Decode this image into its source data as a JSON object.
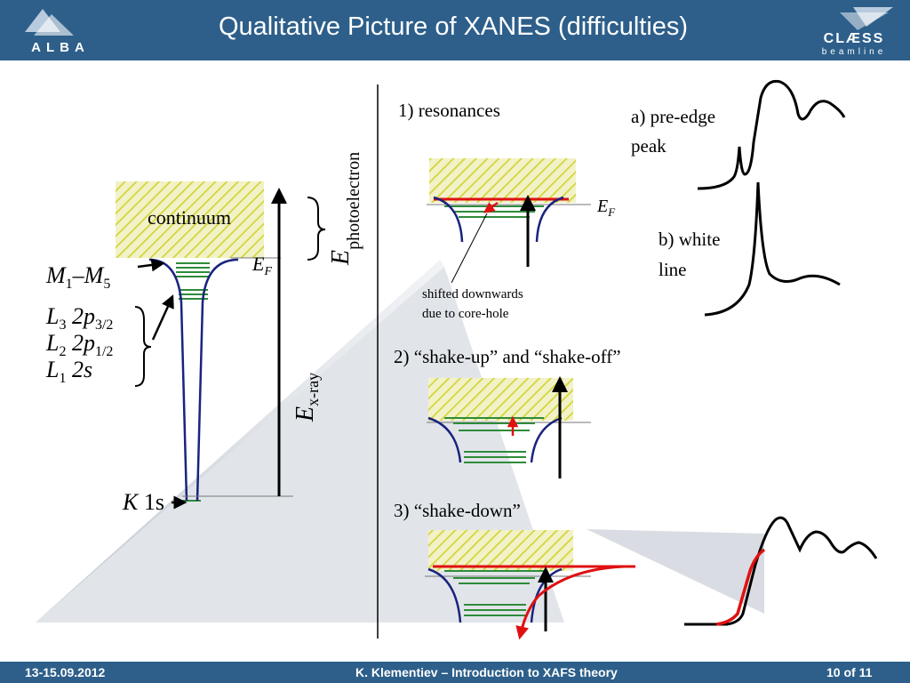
{
  "header": {
    "title": "Qualitative Picture of XANES (difficulties)",
    "logo_left_text": "ALBA",
    "logo_right_text": "CLÆSS",
    "logo_right_subtext": "beamline",
    "bg_color": "#2d5f8a"
  },
  "footer": {
    "date": "13-15.09.2012",
    "author_talk": "K. Klementiev – Introduction to XAFS theory",
    "page": "10 of 11"
  },
  "left_diagram": {
    "continuum_label": "continuum",
    "ef_label": "E",
    "ef_sub": "F",
    "m_label_a": "M",
    "m_sub_a": "1",
    "m_dash": "–M",
    "m_sub_b": "5",
    "l3_main": "L",
    "l3_sub": "3",
    "l3_orb": " 2p",
    "l3_orb_sub": "3/2",
    "l2_main": "L",
    "l2_sub": "2",
    "l2_orb": " 2p",
    "l2_orb_sub": "1/2",
    "l1_main": "L",
    "l1_sub": "1",
    "l1_orb": " 2s",
    "k_label": "K",
    "k_orb": " 1s",
    "e_photo": "E",
    "e_photo_sub": "photoelectron",
    "e_xray": "E",
    "e_xray_sub": "x-ray"
  },
  "right_panel": {
    "resonances": "1) resonances",
    "pre_edge_line1": "a) pre-edge",
    "pre_edge_line2": "peak",
    "white_line1": "b) white",
    "white_line2": "line",
    "ef_label": "E",
    "ef_sub": "F",
    "shifted_line1": "shifted downwards",
    "shifted_line2": "due to core-hole",
    "shake_up": "2) “shake-up” and “shake-off”",
    "shake_down": "3) “shake-down”"
  },
  "colors": {
    "well": "#1a237e",
    "levels": "#2e8b3a",
    "hatch": "#d4d43a",
    "red": "#e01010"
  }
}
